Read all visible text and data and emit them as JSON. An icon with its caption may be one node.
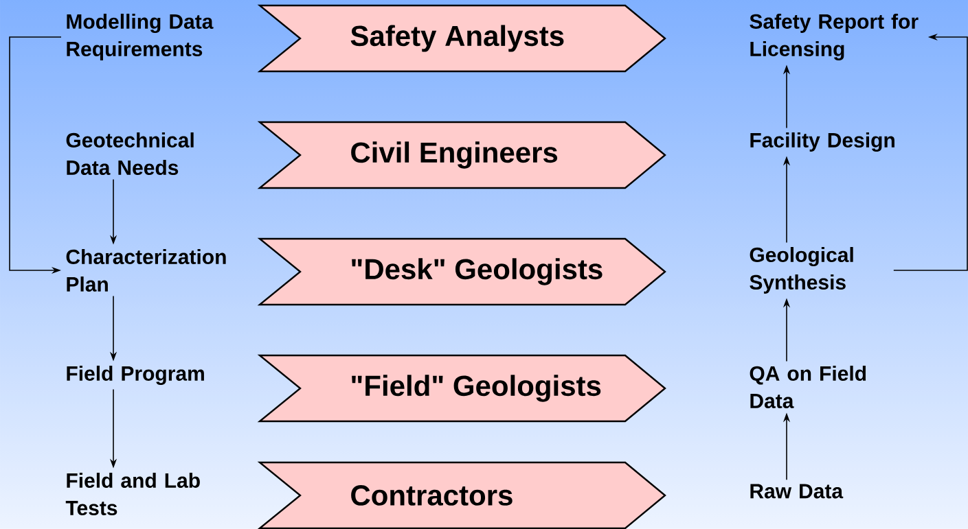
{
  "diagram": {
    "nodes": [
      {
        "text": [
          "Modelling Data Requirements"
        ]
      },
      {
        "text": [
          "Geotechnical Data Needs"
        ]
      },
      {
        "text": [
          "Characterization Plan"
        ]
      },
      {
        "text": [
          "Field Program"
        ]
      },
      {
        "text": [
          "Field and Lab Tests"
        ]
      },
      {
        "text": [
          "Safety Analysts"
        ]
      },
      {
        "text": [
          "Civil Engineers"
        ]
      },
      {
        "text": [
          "\"Desk\" Geologists"
        ]
      },
      {
        "text": [
          "\"Field\" Geologists"
        ]
      },
      {
        "text": [
          "Contractors"
        ]
      },
      {
        "text": [
          "Safety Report for Licensing"
        ]
      },
      {
        "text": [
          "Facility Design"
        ]
      },
      {
        "text": [
          "Geological Synthesis"
        ]
      },
      {
        "text": [
          "QA on Field Data"
        ]
      },
      {
        "text": [
          "Raw Data"
        ]
      }
    ],
    "edges": [
      {
        "from": 0,
        "to": 2,
        "arrow": "to"
      },
      {
        "from": 1,
        "to": 2,
        "arrow": "to"
      },
      {
        "from": 2,
        "to": 3,
        "arrow": "to"
      },
      {
        "from": 3,
        "to": 4,
        "arrow": "to"
      },
      {
        "from": 14,
        "to": 13,
        "arrow": "to"
      },
      {
        "from": 13,
        "to": 12,
        "arrow": "to"
      },
      {
        "from": 12,
        "to": 11,
        "arrow": "to"
      },
      {
        "from": 11,
        "to": 10,
        "arrow": "to"
      },
      {
        "from": 12,
        "to": 10,
        "arrow": "to"
      }
    ]
  }
}
